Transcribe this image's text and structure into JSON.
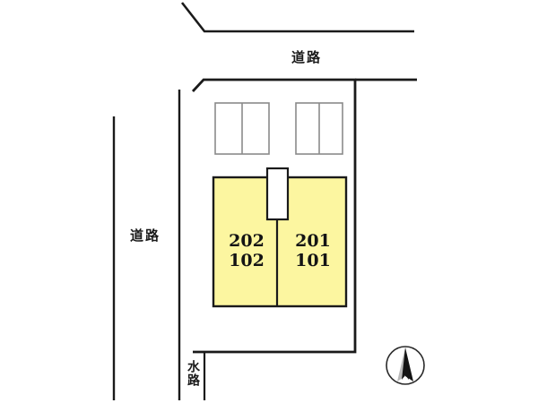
{
  "map": {
    "title": "",
    "colors": {
      "building_fill": "#fcf6a0",
      "building_stroke": "#1a1a1a",
      "site_stroke": "#1a1a1a",
      "parking_stroke": "#8a8a8a",
      "entrance_fill": "#ffffff",
      "background": "#ffffff",
      "compass_needle": "#141414"
    },
    "labels": {
      "road_top": "道路",
      "road_left": "道路",
      "waterway": "水路"
    },
    "building": {
      "units": [
        {
          "id": "unit-left",
          "upper": "202",
          "lower": "102"
        },
        {
          "id": "unit-right",
          "upper": "201",
          "lower": "101"
        }
      ],
      "entrance": "entrance-stairs"
    },
    "parking": {
      "block_count": 2,
      "stalls_per_block": 2
    },
    "compass": {
      "direction": "north",
      "icon": "north-arrow-icon"
    }
  }
}
